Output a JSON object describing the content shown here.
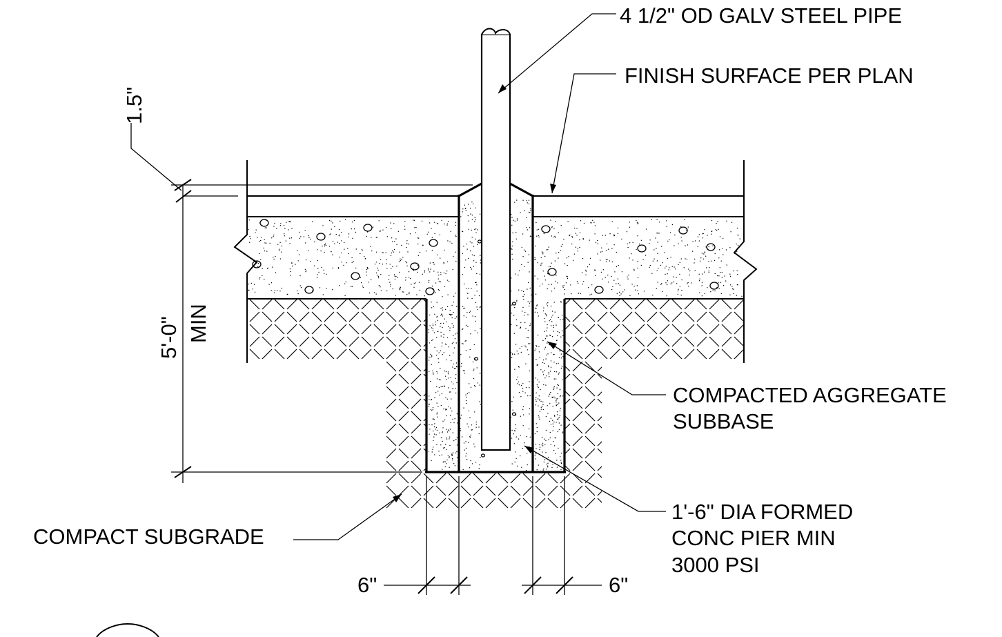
{
  "labels": {
    "pipe": "4 1/2\" OD GALV STEEL PIPE",
    "finish": "FINISH SURFACE PER PLAN",
    "surface_thickness": "1.5\"",
    "depth": "5'-0\"",
    "depth_note": "MIN",
    "aggregate_line1": "COMPACTED AGGREGATE",
    "aggregate_line2": "SUBBASE",
    "pier_line1": "1'-6\" DIA FORMED",
    "pier_line2": "CONC PIER MIN",
    "pier_line3": "3000 PSI",
    "subgrade": "COMPACT SUBGRADE",
    "dim_left": "6\"",
    "dim_right": "6\""
  },
  "colors": {
    "line": "#000000",
    "background": "#ffffff"
  }
}
